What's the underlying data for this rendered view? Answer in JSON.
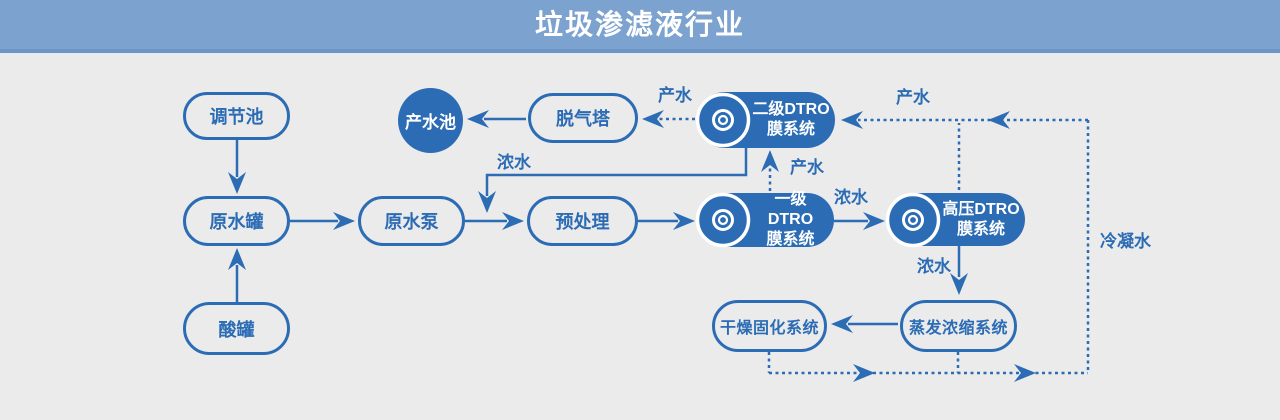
{
  "header": {
    "title": "垃圾渗滤液行业"
  },
  "colors": {
    "accent": "#2b6cb5",
    "banner": "#7ca2d0",
    "banner_border": "#6c95c5",
    "background": "#ebebeb",
    "on_blue": "#ffffff"
  },
  "nodes": {
    "regulation_pool": {
      "label": "调节池"
    },
    "raw_water_tank": {
      "label": "原水罐"
    },
    "acid_tank": {
      "label": "酸罐"
    },
    "raw_water_pump": {
      "label": "原水泵"
    },
    "product_water_pool": {
      "label": "产水池"
    },
    "degassing_tower": {
      "label": "脱气塔"
    },
    "pretreatment": {
      "label": "预处理"
    },
    "stage2_dtro": {
      "line1": "二级DTRO",
      "line2": "膜系统"
    },
    "stage1_dtro": {
      "line1": "一级DTRO",
      "line2": "膜系统"
    },
    "high_pressure_dtro": {
      "line1": "高压DTRO",
      "line2": "膜系统"
    },
    "evaporation_concentration": {
      "label": "蒸发浓缩系统"
    },
    "drying_solidification": {
      "label": "干燥固化系统"
    }
  },
  "flow_labels": {
    "product_water_to_degassing": "产水",
    "product_water_stage1_to_stage2": "产水",
    "product_water_high_pressure": "产水",
    "concentrate_return": "浓水",
    "concentrate_stage1_out": "浓水",
    "concentrate_high_pressure_out": "浓水",
    "condensate_water": "冷凝水"
  }
}
